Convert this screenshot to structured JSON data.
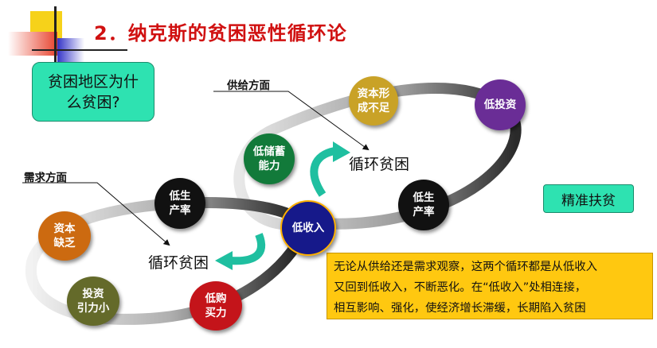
{
  "title": "2．纳克斯的贫困恶性循环论",
  "question_box": {
    "line1": "贫困地区为什",
    "line2": "么贫困?"
  },
  "supply_label": "供给方面",
  "demand_label": "需求方面",
  "cycle_label_supply": "循环贫困",
  "cycle_label_demand": "循环贫困",
  "precise_box": "精准扶贫",
  "note": {
    "line1": "无论从供给还是需求观察，这两个循环都是从低收入",
    "line2": "又回到低收入，不断恶化。在“低收入”处相连接，",
    "line3": "相互影响、强化，使经济增长滞缓，长期陷入贫困"
  },
  "nodes": {
    "capital_formation": {
      "line1": "资本形",
      "line2": "成不足",
      "color": "#c9a227"
    },
    "low_investment": {
      "line1": "低投资",
      "color": "#6a2d96"
    },
    "low_savings": {
      "line1": "低储蓄",
      "line2": "能力",
      "color": "#127a3a"
    },
    "low_productivity_upper": {
      "line1": "低生",
      "line2": "产率",
      "color": "#111111"
    },
    "low_productivity_left": {
      "line1": "低生",
      "line2": "产率",
      "color": "#111111"
    },
    "low_income": {
      "line1": "低收入",
      "color": "#16198a"
    },
    "capital_shortage": {
      "line1": "资本",
      "line2": "缺乏",
      "color": "#cc6a10"
    },
    "investment_incentive": {
      "line1": "投资",
      "line2": "引力小",
      "color": "#646a2a"
    },
    "low_purchasing": {
      "line1": "低购",
      "line2": "买力",
      "color": "#c4141a"
    }
  },
  "colors": {
    "title": "#d01010",
    "accent_box": "#2ee2b1",
    "note_bg": "#ffc810",
    "arrow": "#1fbfa0"
  }
}
